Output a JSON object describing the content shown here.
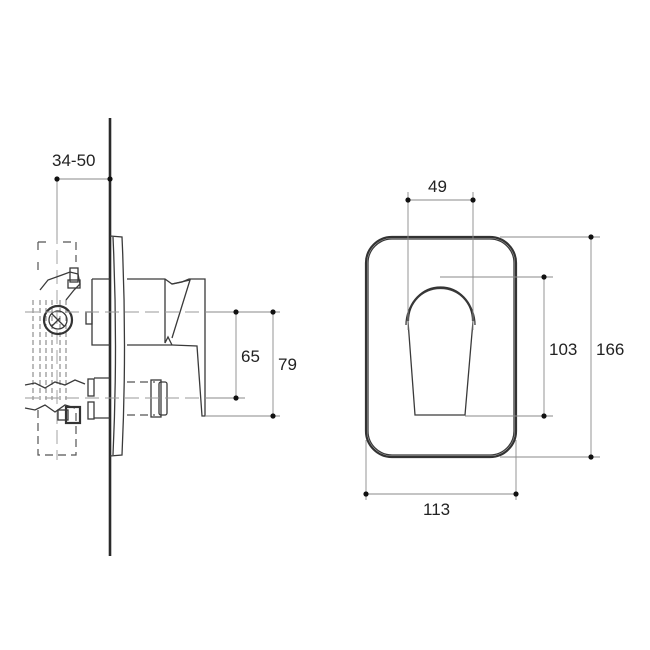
{
  "drawing": {
    "side_view": {
      "dimensions": {
        "wall_depth": "34-50",
        "handle_offset": "65",
        "total_height_outlet": "79"
      }
    },
    "front_view": {
      "dimensions": {
        "handle_width": "49",
        "handle_height": "103",
        "plate_height": "166",
        "plate_width": "113"
      }
    }
  }
}
